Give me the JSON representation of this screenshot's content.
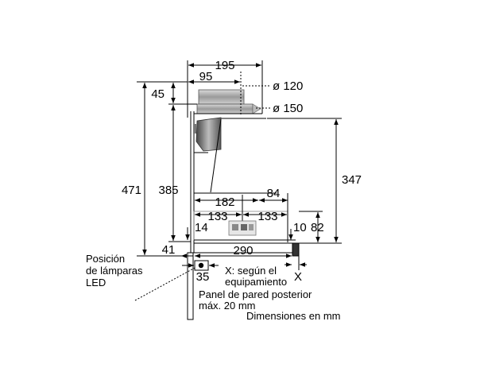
{
  "dimensions": {
    "overall_width": "195",
    "duct_offset": "95",
    "duct_dia_small": "ø 120",
    "duct_dia_large": "ø 150",
    "top_height": "45",
    "total_height": "471",
    "body_height": "385",
    "front_height": "347",
    "bottom_depth": "182",
    "bottom_extra": "84",
    "lamp_left": "133",
    "lamp_right": "133",
    "left_gap": "14",
    "right_gap": "10",
    "side_height": "82",
    "wall_offset": "41",
    "base_width": "290",
    "lamp_offset": "35",
    "x_mark": "X"
  },
  "notes": {
    "lamp_position": [
      "Posición",
      "de lámparas",
      "LED"
    ],
    "x_note": [
      "X: según el",
      "equipamiento"
    ],
    "wall_panel": [
      "Panel de pared posterior",
      "máx. 20 mm"
    ],
    "units": "Dimensiones en mm"
  }
}
